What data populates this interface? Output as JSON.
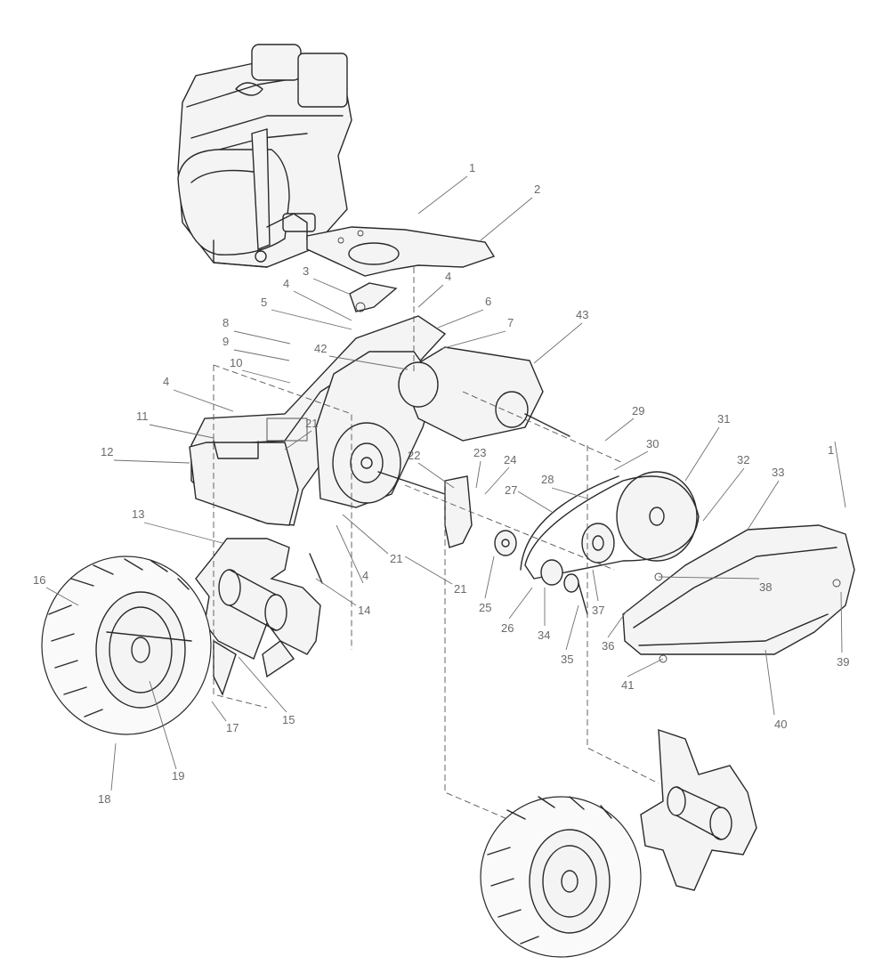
{
  "diagram": {
    "callouts": [
      {
        "id": "c1a",
        "text": "1"
      },
      {
        "id": "c2",
        "text": "2"
      },
      {
        "id": "c3",
        "text": "3"
      },
      {
        "id": "c4a",
        "text": "4"
      },
      {
        "id": "c4b",
        "text": "4"
      },
      {
        "id": "c4c",
        "text": "4"
      },
      {
        "id": "c4d",
        "text": "4"
      },
      {
        "id": "c5",
        "text": "5"
      },
      {
        "id": "c6",
        "text": "6"
      },
      {
        "id": "c7",
        "text": "7"
      },
      {
        "id": "c8",
        "text": "8"
      },
      {
        "id": "c9",
        "text": "9"
      },
      {
        "id": "c10",
        "text": "10"
      },
      {
        "id": "c11",
        "text": "11"
      },
      {
        "id": "c12",
        "text": "12"
      },
      {
        "id": "c13",
        "text": "13"
      },
      {
        "id": "c14",
        "text": "14"
      },
      {
        "id": "c15",
        "text": "15"
      },
      {
        "id": "c16",
        "text": "16"
      },
      {
        "id": "c17",
        "text": "17"
      },
      {
        "id": "c18",
        "text": "18"
      },
      {
        "id": "c19",
        "text": "19"
      },
      {
        "id": "c21a",
        "text": "21"
      },
      {
        "id": "c21b",
        "text": "21"
      },
      {
        "id": "c21c",
        "text": "21"
      },
      {
        "id": "c22",
        "text": "22"
      },
      {
        "id": "c23",
        "text": "23"
      },
      {
        "id": "c24",
        "text": "24"
      },
      {
        "id": "c25",
        "text": "25"
      },
      {
        "id": "c26",
        "text": "26"
      },
      {
        "id": "c27",
        "text": "27"
      },
      {
        "id": "c28",
        "text": "28"
      },
      {
        "id": "c29",
        "text": "29"
      },
      {
        "id": "c30",
        "text": "30"
      },
      {
        "id": "c31",
        "text": "31"
      },
      {
        "id": "c32",
        "text": "32"
      },
      {
        "id": "c33",
        "text": "33"
      },
      {
        "id": "c34",
        "text": "34"
      },
      {
        "id": "c35",
        "text": "35"
      },
      {
        "id": "c36",
        "text": "36"
      },
      {
        "id": "c37",
        "text": "37"
      },
      {
        "id": "c38",
        "text": "38"
      },
      {
        "id": "c39",
        "text": "39"
      },
      {
        "id": "c40",
        "text": "40"
      },
      {
        "id": "c41",
        "text": "41"
      },
      {
        "id": "c42",
        "text": "42"
      },
      {
        "id": "c43",
        "text": "43"
      },
      {
        "id": "c1b",
        "text": "1"
      }
    ]
  }
}
